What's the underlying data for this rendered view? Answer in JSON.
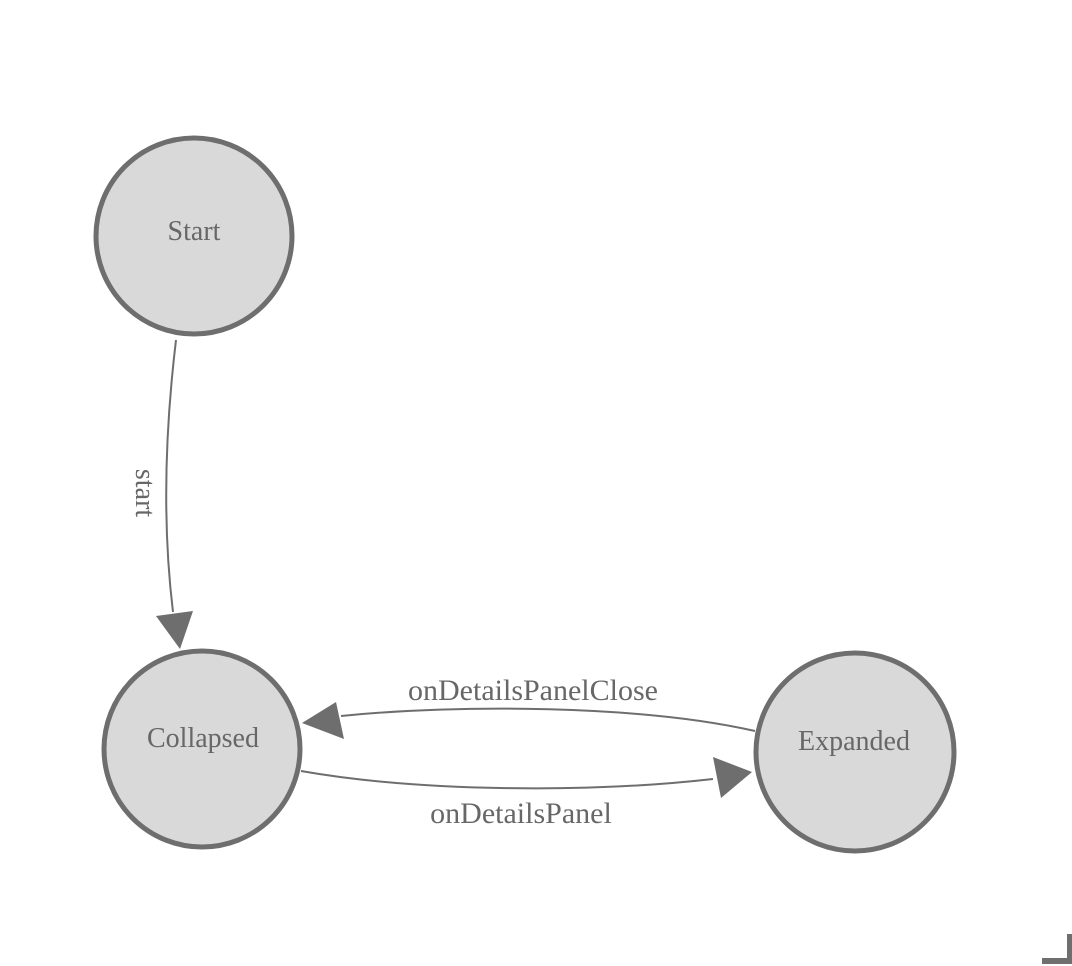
{
  "diagram": {
    "type": "state-machine",
    "background_color": "#ffffff",
    "node_fill_color": "#d9d9d9",
    "node_border_color": "#6e6e6e",
    "edge_color": "#6e6e6e",
    "label_color": "#676767",
    "nodes": [
      {
        "id": "start",
        "label": "Start"
      },
      {
        "id": "collapsed",
        "label": "Collapsed"
      },
      {
        "id": "expanded",
        "label": "Expanded"
      }
    ],
    "edges": [
      {
        "from": "Start",
        "to": "Collapsed",
        "label": "start"
      },
      {
        "from": "Expanded",
        "to": "Collapsed",
        "label": "onDetailsPanelClose"
      },
      {
        "from": "Collapsed",
        "to": "Expanded",
        "label": "onDetailsPanel"
      }
    ]
  }
}
